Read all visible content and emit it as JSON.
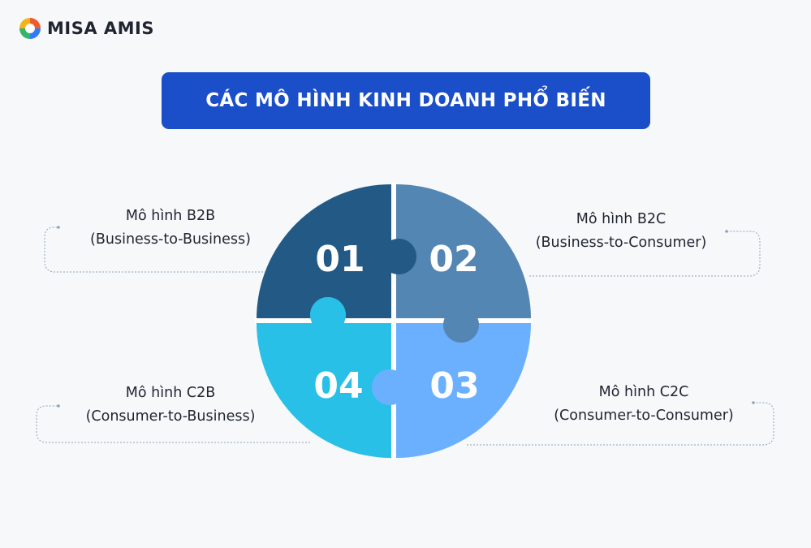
{
  "brand": {
    "name": "MISA AMIS"
  },
  "title": "CÁC MÔ HÌNH KINH DOANH PHỔ BIẾN",
  "colors": {
    "banner": "#1a4fc9",
    "piece_01": "#225a85",
    "piece_02": "#5486b4",
    "piece_03": "#6bb0ff",
    "piece_04": "#28c0e6"
  },
  "pieces": [
    {
      "number": "01",
      "line1": "Mô hình B2B",
      "line2": "(Business-to-Business)"
    },
    {
      "number": "02",
      "line1": "Mô hình B2C",
      "line2": "(Business-to-Consumer)"
    },
    {
      "number": "03",
      "line1": "Mô hình C2C",
      "line2": "(Consumer-to-Consumer)"
    },
    {
      "number": "04",
      "line1": "Mô hình C2B",
      "line2": "(Consumer-to-Business)"
    }
  ]
}
